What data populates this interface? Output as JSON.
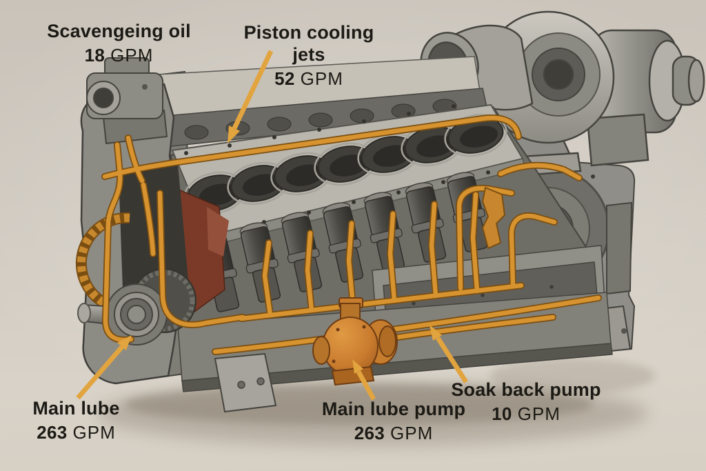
{
  "illustration": {
    "subject": "diesel engine lubrication system cutaway",
    "style": "technical illustration on beige paper"
  },
  "colors": {
    "background": "#d0cac1",
    "pipe_orange": "#d6932f",
    "pipe_outline": "#7a4e12",
    "pump_orange": "#c97b2e",
    "arrow_orange": "#e2a43e",
    "text": "#1c1a15",
    "engine_gray": "#8c8b84"
  },
  "labels": {
    "scavenging_oil": {
      "name": "Scavengeing oil",
      "value": "18",
      "unit": "GPM"
    },
    "piston_cooling_jets": {
      "name": "Piston cooling jets",
      "value": "52",
      "unit": "GPM"
    },
    "main_lube": {
      "name": "Main lube",
      "value": "263",
      "unit": "GPM"
    },
    "main_lube_pump": {
      "name": "Main lube pump",
      "value": "263",
      "unit": "GPM"
    },
    "soak_back_pump": {
      "name": "Soak back pump",
      "value": "10",
      "unit": "GPM"
    }
  }
}
